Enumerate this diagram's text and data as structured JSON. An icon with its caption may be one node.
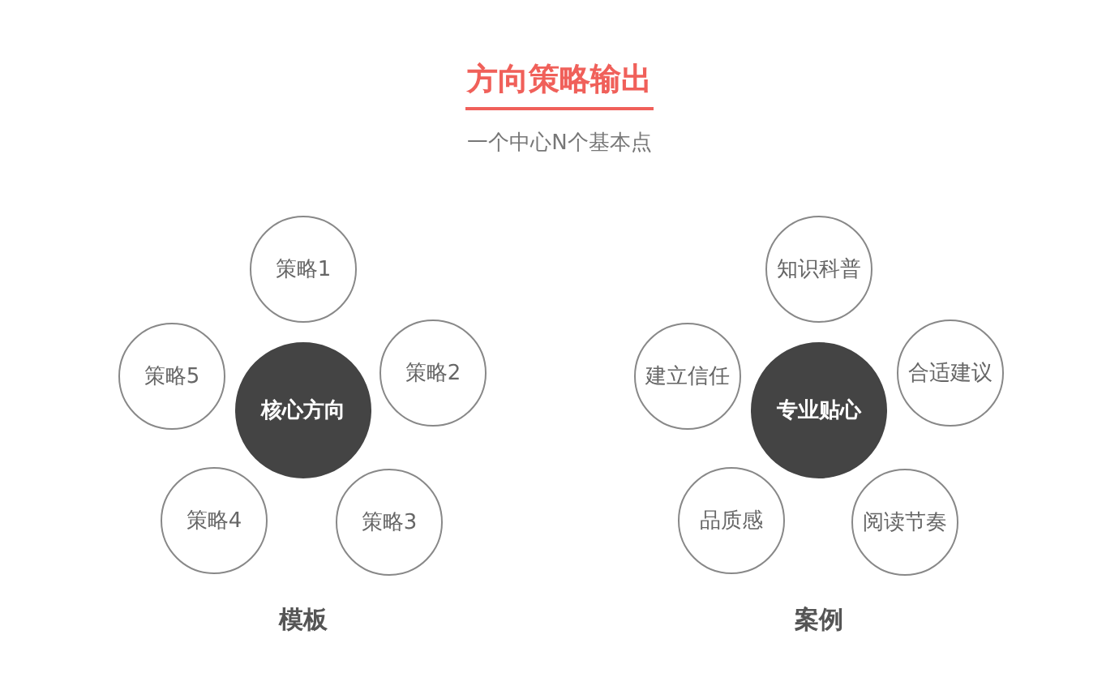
{
  "diagram": {
    "title": "方向策略输出",
    "nodes": [
      {
        "text": [
          "核心方向"
        ]
      },
      {
        "text": [
          "策略1"
        ]
      },
      {
        "text": [
          "策略2"
        ]
      },
      {
        "text": [
          "策略3"
        ]
      },
      {
        "text": [
          "策略4"
        ]
      },
      {
        "text": [
          "策略5"
        ]
      },
      {
        "text": [
          "专业贴心"
        ]
      },
      {
        "text": [
          "知识科普"
        ]
      },
      {
        "text": [
          "合适建议"
        ]
      },
      {
        "text": [
          "阅读节奏"
        ]
      },
      {
        "text": [
          "品质感"
        ]
      },
      {
        "text": [
          "建立信任"
        ]
      }
    ],
    "labels": [
      "一个中心N个基本点",
      "模板",
      "案例"
    ]
  }
}
